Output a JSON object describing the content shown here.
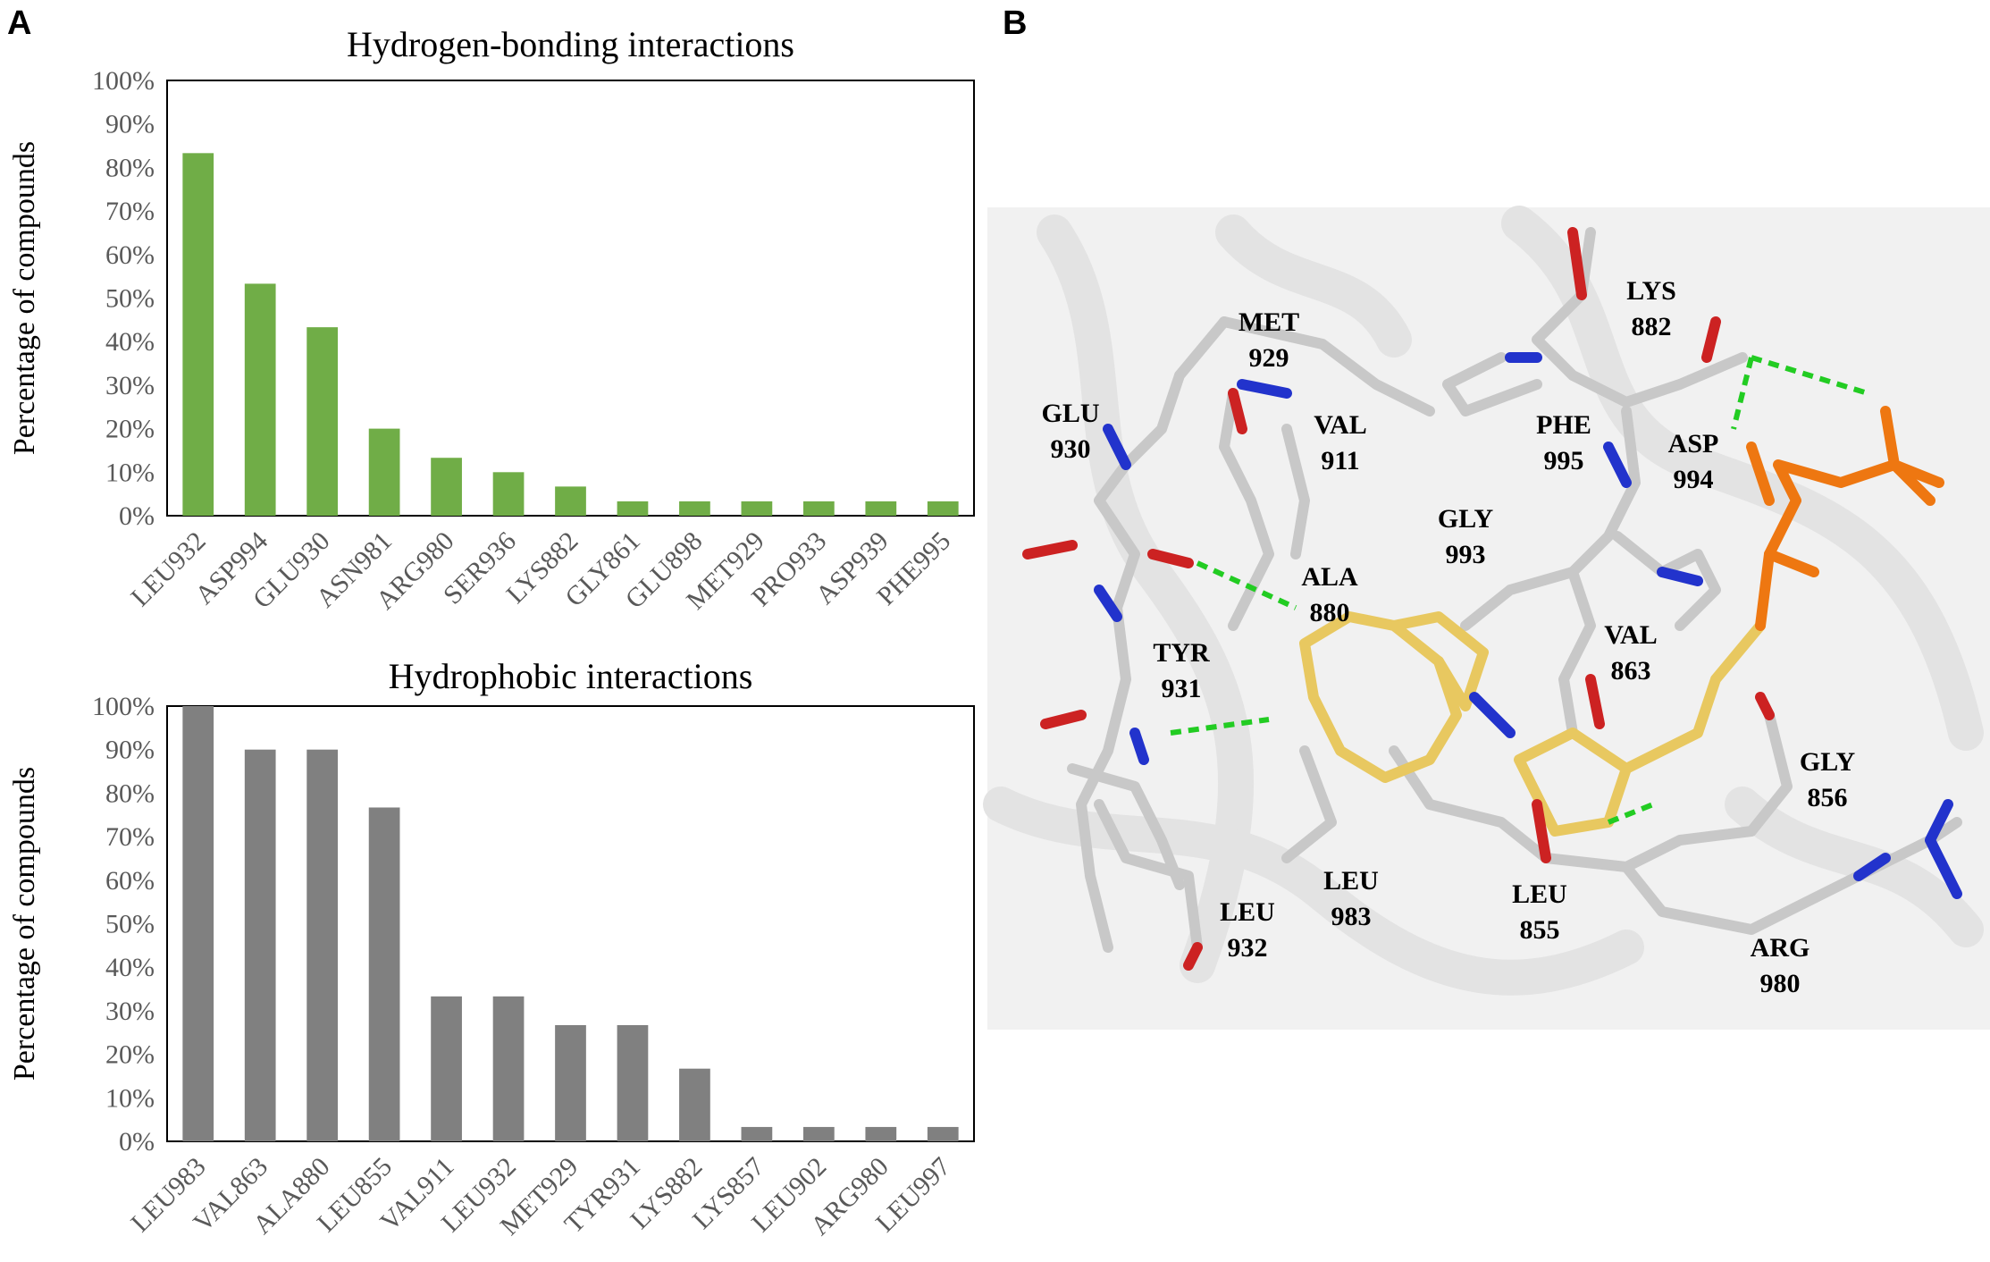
{
  "panels": {
    "a": "A",
    "b": "B"
  },
  "chart_data": [
    {
      "type": "bar",
      "title": "Hydrogen-bonding interactions",
      "ylabel": "Percentage of compounds",
      "categories": [
        "LEU932",
        "ASP994",
        "GLU930",
        "ASN981",
        "ARG980",
        "SER936",
        "LYS882",
        "GLY861",
        "GLU898",
        "MET929",
        "PRO933",
        "ASP939",
        "PHE995"
      ],
      "values": [
        83.3,
        53.3,
        43.3,
        20.0,
        13.3,
        10.0,
        6.7,
        3.3,
        3.3,
        3.3,
        3.3,
        3.3,
        3.3
      ],
      "ylim": [
        0,
        100
      ],
      "yticks": [
        "0%",
        "10%",
        "20%",
        "30%",
        "40%",
        "50%",
        "60%",
        "70%",
        "80%",
        "90%",
        "100%"
      ],
      "color": "#70ad47",
      "grid": false,
      "legend": "none"
    },
    {
      "type": "bar",
      "title": "Hydrophobic interactions",
      "ylabel": "Percentage of compounds",
      "categories": [
        "LEU983",
        "VAL863",
        "ALA880",
        "LEU855",
        "VAL911",
        "LEU932",
        "MET929",
        "TYR931",
        "LYS882",
        "LYS857",
        "LEU902",
        "ARG980",
        "LEU997"
      ],
      "values": [
        100,
        90,
        90,
        76.7,
        33.3,
        33.3,
        26.7,
        26.7,
        16.7,
        3.3,
        3.3,
        3.3,
        3.3
      ],
      "ylim": [
        0,
        100
      ],
      "yticks": [
        "0%",
        "10%",
        "20%",
        "30%",
        "40%",
        "50%",
        "60%",
        "70%",
        "80%",
        "90%",
        "100%"
      ],
      "color": "#808080",
      "grid": false,
      "legend": "none"
    }
  ],
  "structure": {
    "residue_labels": [
      [
        "MET",
        "929"
      ],
      [
        "LYS",
        "882"
      ],
      [
        "GLU",
        "930"
      ],
      [
        "VAL",
        "911"
      ],
      [
        "PHE",
        "995"
      ],
      [
        "ASP",
        "994"
      ],
      [
        "GLY",
        "993"
      ],
      [
        "ALA",
        "880"
      ],
      [
        "TYR",
        "931"
      ],
      [
        "VAL",
        "863"
      ],
      [
        "GLY",
        "856"
      ],
      [
        "LEU",
        "983"
      ],
      [
        "LEU",
        "855"
      ],
      [
        "LEU",
        "932"
      ],
      [
        "ARG",
        "980"
      ]
    ],
    "colors": {
      "carbon": "#c8c8c8",
      "ligand": "#e8c860",
      "nitrogen": "#2233cc",
      "oxygen": "#cc2222",
      "phosphorus": "#ee7711",
      "hbond": "#22cc22"
    }
  }
}
